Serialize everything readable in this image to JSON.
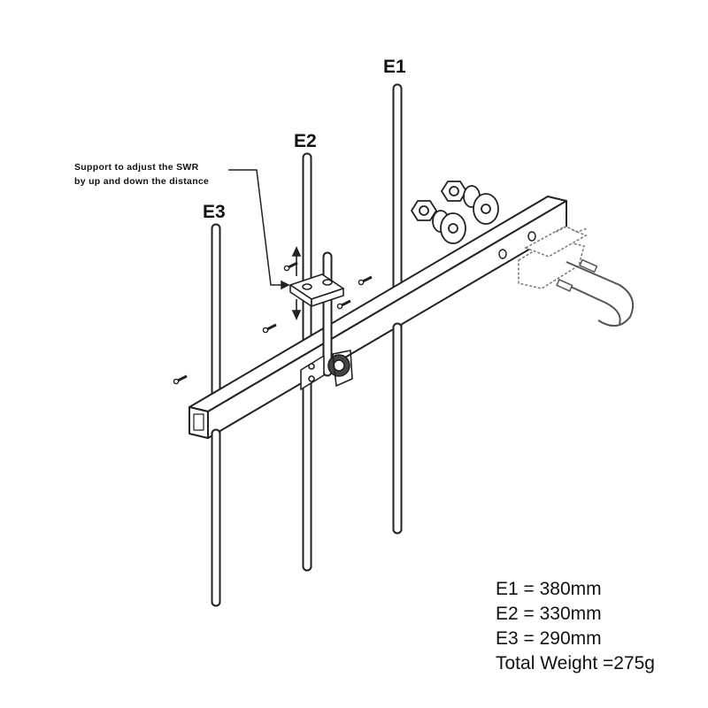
{
  "elements": [
    {
      "label": "E1"
    },
    {
      "label": "E2"
    },
    {
      "label": "E3"
    }
  ],
  "callout": {
    "line1": "Support to adjust the SWR",
    "line2": "by up and down the distance"
  },
  "specs": [
    "E1 = 380mm",
    "E2 = 330mm",
    "E3 = 290mm",
    "Total Weight =275g"
  ]
}
